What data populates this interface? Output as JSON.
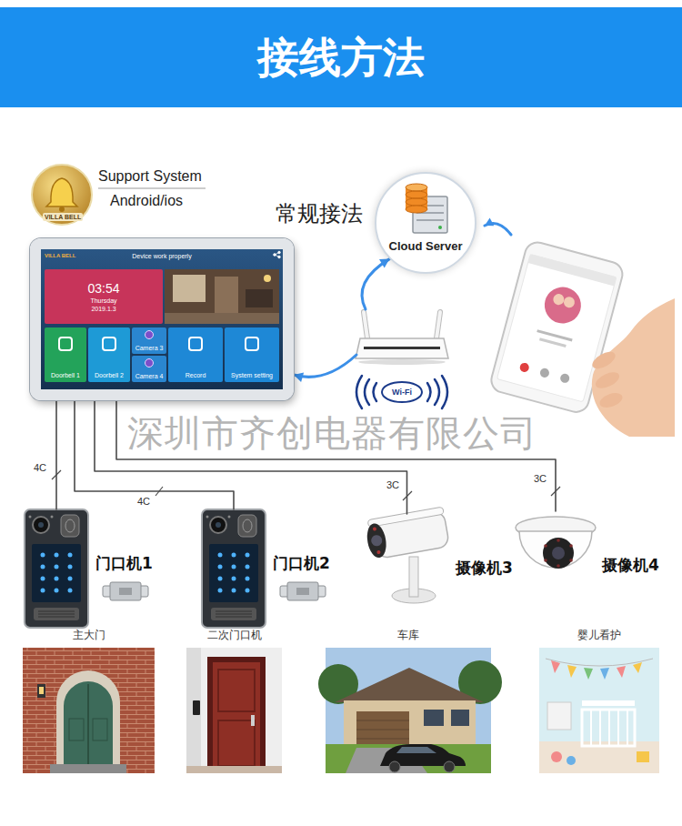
{
  "diagram": {
    "title": "接线方法",
    "nodes": [
      {
        "text": [
          "Cloud Server"
        ]
      },
      {
        "text": [
          "VILLA BELL",
          "Device work properly"
        ]
      },
      {
        "text": [
          "03:54",
          "Thursday",
          "2019.1.3"
        ],
        "in": 1
      },
      {
        "text": [
          "Doorbell 1"
        ],
        "in": 1
      },
      {
        "text": [
          "Doorbell 2"
        ],
        "in": 1
      },
      {
        "text": [
          "Camera 3"
        ],
        "in": 1
      },
      {
        "text": [
          "Camera 4"
        ],
        "in": 1
      },
      {
        "text": [
          "Record"
        ],
        "in": 1
      },
      {
        "text": [
          "System setting"
        ],
        "in": 1
      },
      {
        "text": [
          "Wi-Fi"
        ]
      },
      {
        "text": [
          "门口机1"
        ]
      },
      {
        "text": [
          "门口机2"
        ]
      },
      {
        "text": [
          "摄像机3"
        ]
      },
      {
        "text": [
          "摄像机4"
        ]
      },
      {
        "text": [
          "主大门"
        ]
      },
      {
        "text": [
          "二次门口机"
        ]
      },
      {
        "text": [
          "车库"
        ]
      },
      {
        "text": [
          "婴儿看护"
        ]
      }
    ],
    "edges": [
      {
        "from": 9,
        "to": 0,
        "arrow": "to"
      },
      {
        "from": 9,
        "to": 1,
        "arrow": "to"
      },
      {
        "from": 1,
        "to": 10,
        "label": "4C",
        "arrow": "none"
      },
      {
        "from": 1,
        "to": 11,
        "label": "4C",
        "arrow": "none"
      },
      {
        "from": 1,
        "to": 12,
        "label": "3C",
        "arrow": "none"
      },
      {
        "from": 1,
        "to": 13,
        "label": "3C",
        "arrow": "none"
      }
    ],
    "labels": [
      "VILLA BELL",
      "Support System",
      "Android/ios",
      "常规接法",
      "深圳市齐创电器有限公司"
    ]
  }
}
